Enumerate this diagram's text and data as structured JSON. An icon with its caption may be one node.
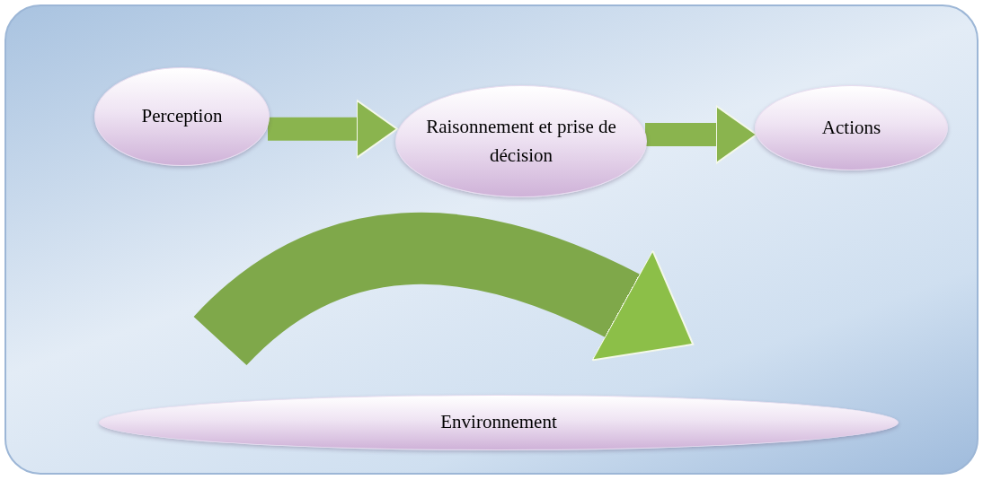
{
  "diagram": {
    "nodes": [
      {
        "text": [
          "Perception"
        ]
      },
      {
        "text": [
          "Raisonnement et prise de décision"
        ]
      },
      {
        "text": [
          "Actions"
        ]
      },
      {
        "text": [
          "Environnement"
        ]
      }
    ],
    "edges": [
      {
        "from": 0,
        "to": 1,
        "arrow": "to"
      },
      {
        "from": 1,
        "to": 2,
        "arrow": "to"
      },
      {
        "from": null,
        "to": 3,
        "arrow": "to",
        "style": "thick"
      }
    ]
  }
}
